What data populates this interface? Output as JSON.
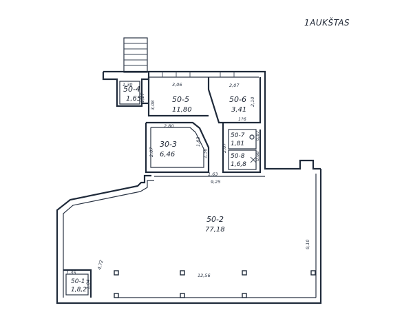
{
  "title": "1AUKŠTAS",
  "rooms": {
    "r50_4": {
      "id": "50-4",
      "area": "1,65"
    },
    "r50_5": {
      "id": "50-5",
      "area": "11,80"
    },
    "r50_6": {
      "id": "50-6",
      "area": "3,41"
    },
    "r30_3": {
      "id": "30-3",
      "area": "6,46"
    },
    "r50_7": {
      "id": "50-7",
      "area": "1,81"
    },
    "r50_8": {
      "id": "50-8",
      "area": "1,6,8"
    },
    "r50_2": {
      "id": "50-2",
      "area": "77,18"
    },
    "r50_1": {
      "id": "50-1",
      "area": "1,8,2"
    }
  },
  "dimensions": {
    "d_130": "1,30",
    "d_127": "1,27",
    "d_306": "3,06",
    "d_308": "3,08",
    "d_207": "2,07",
    "d_210": "2,10",
    "d_17x": "1?6",
    "d_280": "2,80",
    "d_207b": "2,07",
    "d_183": "1,83",
    "d_136": "1,36",
    "d_207c": "2,07",
    "d_087": "0,87",
    "d_068": "0,68",
    "d_163": "1,63",
    "d_925": "9,25",
    "d_910": "9,10",
    "d_472": "4,72",
    "d_1256": "12,56",
    "d_135": "1,35",
    "d_104": "1,04"
  }
}
